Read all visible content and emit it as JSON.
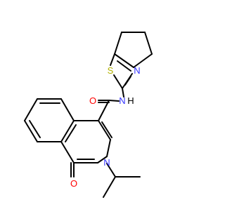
{
  "molecule": {
    "atoms": {
      "sulfur": "S",
      "thiazole_nitrogen": "N",
      "amide_nitrogen": "N",
      "amide_hydrogen": "H",
      "amide_oxygen": "O",
      "ring_nitrogen": "N",
      "lactam_oxygen": "O"
    },
    "colors": {
      "bond": "#000000",
      "nitrogen": "#3333ff",
      "oxygen": "#ff0000",
      "sulfur": "#b2b200"
    }
  }
}
